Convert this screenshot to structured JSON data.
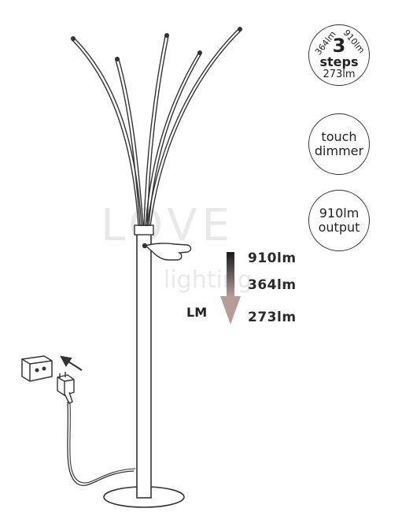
{
  "badges": {
    "steps": {
      "arc_left": "364lm",
      "arc_right": "910lm",
      "number": "3",
      "word": "steps",
      "bottom": "273lm"
    },
    "touch": {
      "line1": "touch",
      "line2": "dimmer"
    },
    "output": {
      "line1": "910lm",
      "line2": "output"
    }
  },
  "levels": [
    "910lm",
    "364lm",
    "273lm"
  ],
  "lm_label": "LM",
  "watermark": {
    "line1": "LOVE",
    "line2": "lighting"
  },
  "icons": [
    "floor-lamp",
    "hand-touch",
    "wall-socket",
    "power-adapter-plug",
    "dimming-arrow"
  ]
}
